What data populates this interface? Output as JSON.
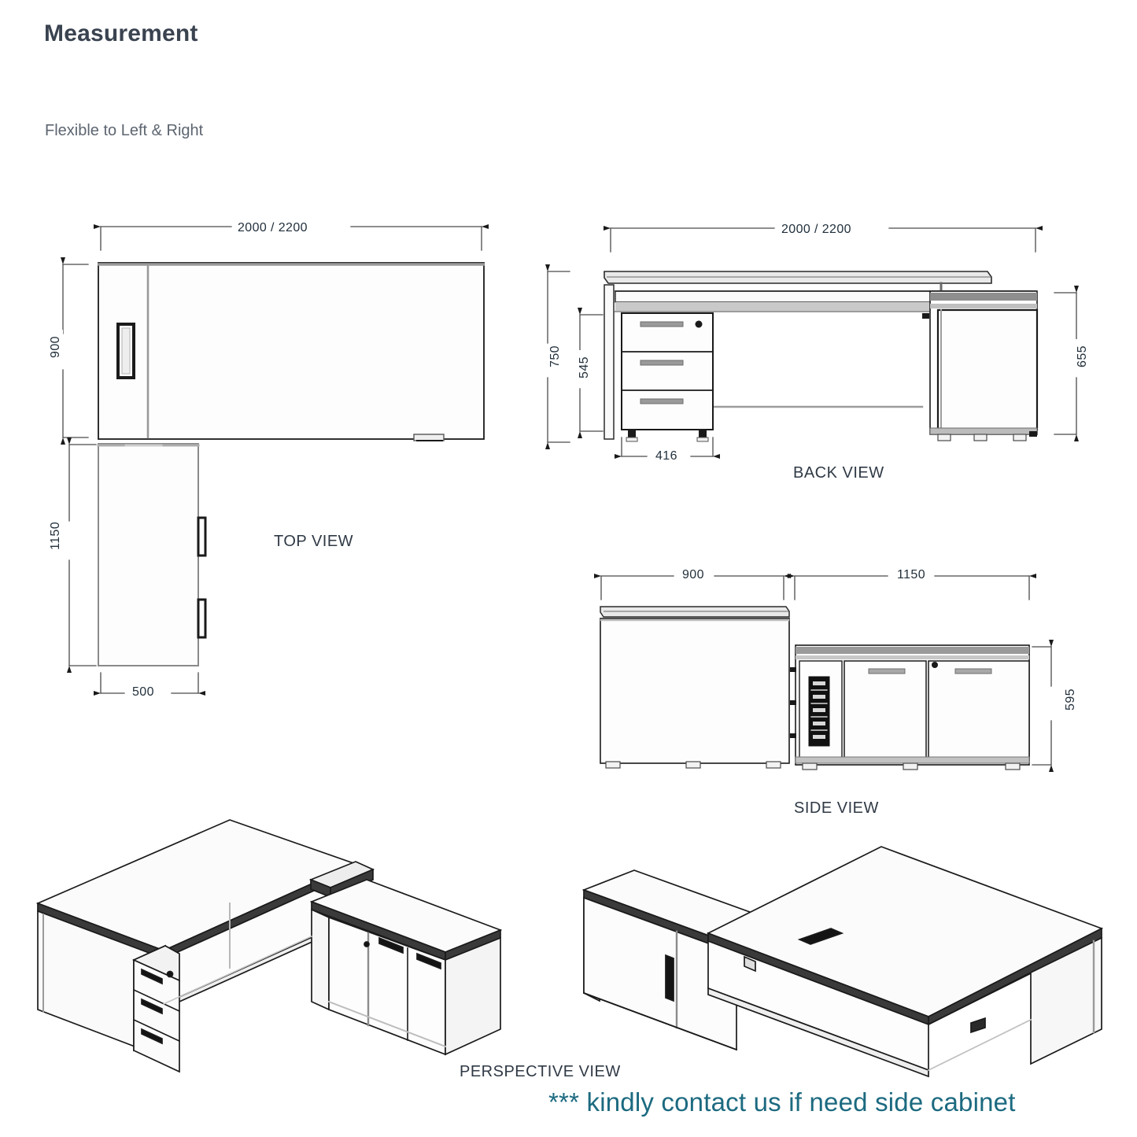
{
  "header": {
    "title": "Measurement",
    "subtitle": "Flexible to Left & Right"
  },
  "captions": {
    "top_view": "TOP VIEW",
    "back_view": "BACK VIEW",
    "side_view": "SIDE VIEW",
    "perspective_view": "PERSPECTIVE VIEW"
  },
  "dimensions": {
    "top_view": {
      "width": "2000 / 2200",
      "depth": "900",
      "side_cabinet_length": "1150",
      "side_cabinet_width": "500"
    },
    "back_view": {
      "width": "2000 / 2200",
      "desk_height": "750",
      "pedestal_height": "545",
      "pedestal_width": "416",
      "cabinet_height": "655"
    },
    "side_view": {
      "desk_depth": "900",
      "cabinet_length": "1150",
      "cabinet_height": "595"
    }
  },
  "footer": {
    "note": "*** kindly contact us if need side cabinet"
  },
  "colors": {
    "title": "#3a4350",
    "subtitle": "#5d6570",
    "caption": "#2f3945",
    "dimension_text": "#22303c",
    "note_teal": "#1c6a80",
    "line": "#1a1a1a",
    "line_gray": "#8c8c8c",
    "fill_light": "#f2f2f2"
  }
}
